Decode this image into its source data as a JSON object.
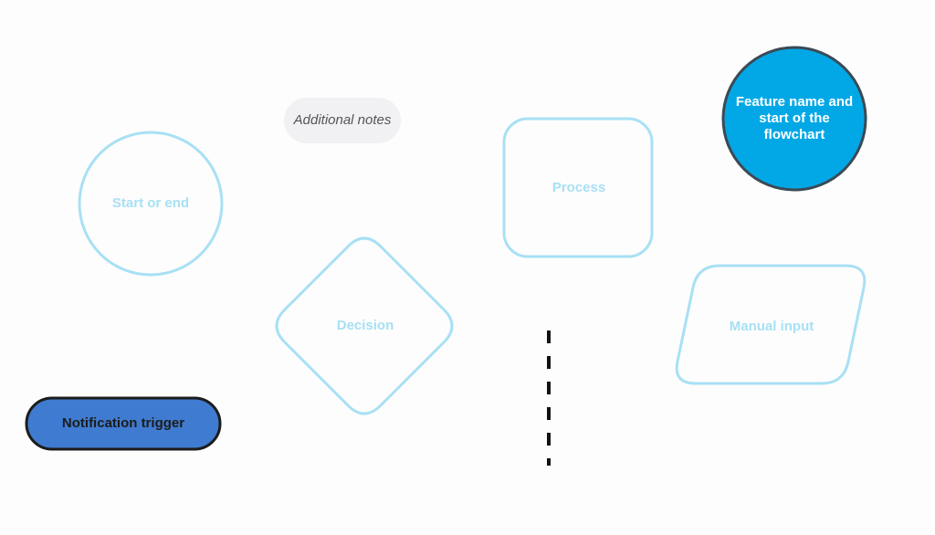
{
  "shapes": {
    "start_end": {
      "label": "Start or end"
    },
    "notes": {
      "label": "Additional notes"
    },
    "process": {
      "label": "Process"
    },
    "feature": {
      "label": "Feature name and start of the flowchart"
    },
    "decision": {
      "label": "Decision"
    },
    "manual_input": {
      "label": "Manual input"
    },
    "notification": {
      "label": "Notification trigger"
    }
  },
  "colors": {
    "outline_light": "#a8e0f4",
    "feature_fill": "#02a8e6",
    "feature_stroke": "#3a4a55",
    "notification_fill": "#3f7bd0",
    "notification_stroke": "#1c1c1c",
    "notes_fill": "#f1f1f4",
    "divider": "#111111"
  }
}
